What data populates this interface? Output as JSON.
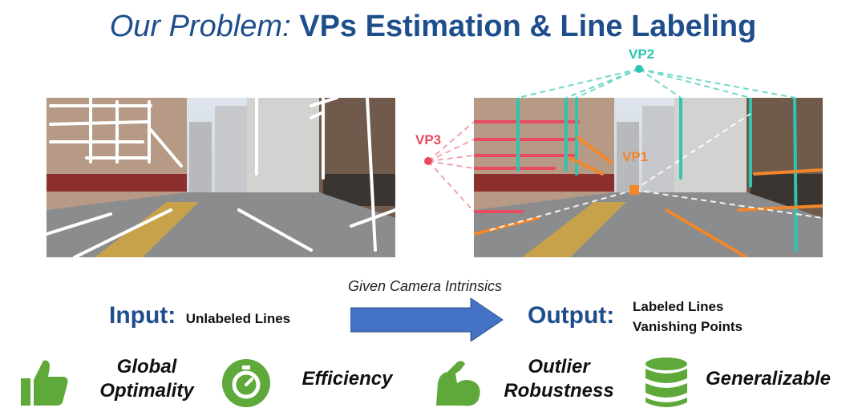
{
  "title": {
    "prefix": "Our Problem:",
    "main": "VPs Estimation & Line Labeling"
  },
  "vp_labels": {
    "vp1": "VP1",
    "vp2": "VP2",
    "vp3": "VP3"
  },
  "arrow_caption": "Given Camera Intrinsics",
  "input": {
    "label": "Input:",
    "value": "Unlabeled Lines"
  },
  "output": {
    "label": "Output:",
    "line1": "Labeled Lines",
    "line2": "Vanishing Points"
  },
  "features": [
    {
      "icon": "thumbs-up-icon",
      "line1": "Global",
      "line2": "Optimality"
    },
    {
      "icon": "stopwatch-icon",
      "line1": "Efficiency",
      "line2": ""
    },
    {
      "icon": "flexed-arm-icon",
      "line1": "Outlier",
      "line2": "Robustness"
    },
    {
      "icon": "database-icon",
      "line1": "Generalizable",
      "line2": ""
    }
  ],
  "colors": {
    "title": "#1f4e8c",
    "vp1": "#f2862b",
    "vp2": "#2ec4b0",
    "vp3": "#e84a5f",
    "arrow": "#4472c4",
    "icon_green": "#5fa83a"
  }
}
